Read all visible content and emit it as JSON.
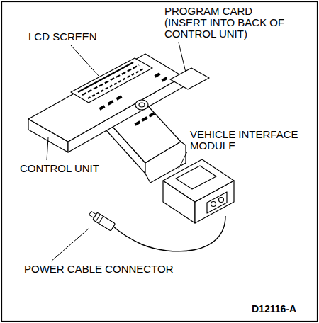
{
  "diagram": {
    "labels": [
      "LCD SCREEN",
      "PROGRAM CARD (INSERT INTO BACK OF CONTROL UNIT)",
      "VEHICLE INTERFACE MODULE",
      "CONTROL UNIT",
      "POWER CABLE CONNECTOR",
      "D12116-A"
    ]
  }
}
